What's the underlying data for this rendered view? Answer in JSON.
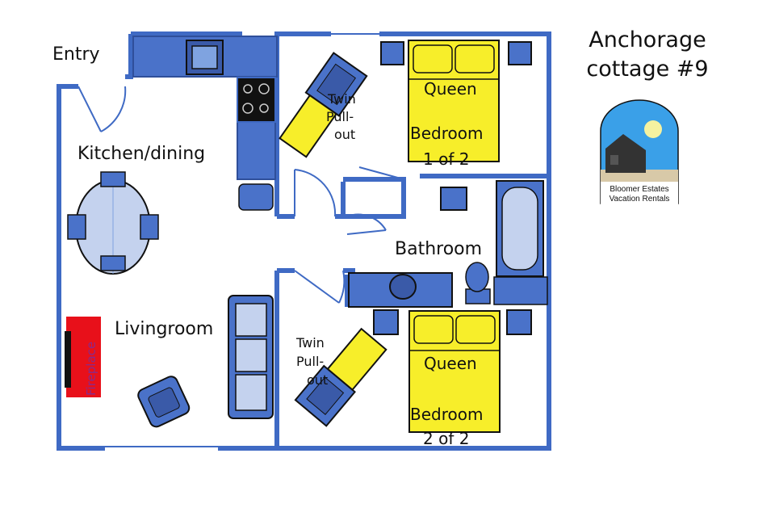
{
  "title": {
    "line1": "Anchorage",
    "line2": "cottage #9"
  },
  "logo": {
    "line1": "Bloomer Estates",
    "line2": "Vacation Rentals"
  },
  "rooms": {
    "entry": "Entry",
    "kitchen": "Kitchen/dining",
    "living": "Livingroom",
    "bathroom": "Bathroom",
    "fireplace": "Fireplace"
  },
  "bedroom1": {
    "bed": "Queen",
    "name": "Bedroom",
    "count": "1 of 2",
    "twin_a": "Twin",
    "twin_b": "Pull-",
    "twin_c": "out"
  },
  "bedroom2": {
    "bed": "Queen",
    "name": "Bedroom",
    "count": "2 of 2",
    "twin_a": "Twin",
    "twin_b": "Pull-",
    "twin_c": "out"
  },
  "colors": {
    "wall": "#3f6ac4",
    "furniture": "#4a72c9",
    "bed": "#f7ee2a",
    "fireplace": "#e8101a",
    "light_blue": "#c4d2ee"
  }
}
